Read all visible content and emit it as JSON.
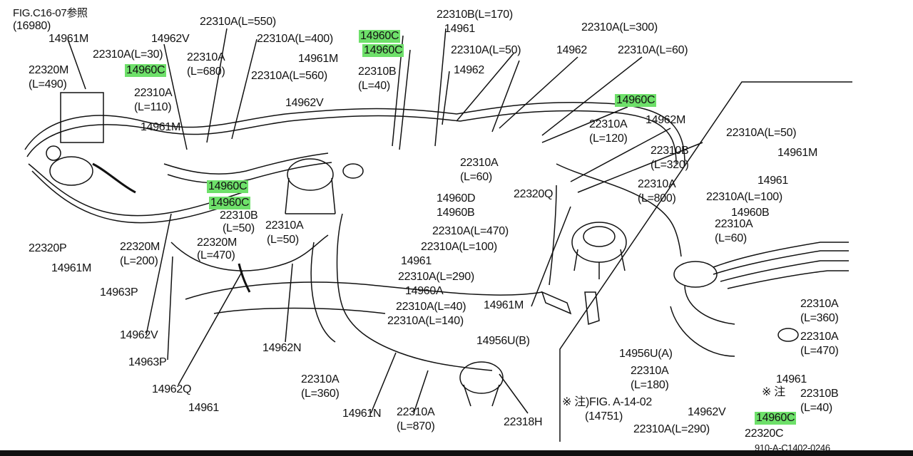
{
  "colors": {
    "highlight": "#6ee06a",
    "ink": "#111111",
    "background": "#ffffff"
  },
  "labels": [
    {
      "id": "fig-ref-top",
      "text": "FIG.C16-07参照"
    },
    {
      "id": "fig-ref-code",
      "text": "(16980)"
    },
    {
      "id": "l1",
      "text": "14961M"
    },
    {
      "id": "l2",
      "text": "14962V"
    },
    {
      "id": "l3",
      "text": "22310A(L=550)"
    },
    {
      "id": "l4",
      "text": "22310A(L=400)"
    },
    {
      "id": "l5",
      "text": "22310A(L=30)"
    },
    {
      "id": "l6",
      "text": "22310A"
    },
    {
      "id": "l7",
      "text": "(L=680)"
    },
    {
      "id": "l8",
      "text": "22320M"
    },
    {
      "id": "l9",
      "text": "(L=490)"
    },
    {
      "id": "h1",
      "text": "14960C",
      "highlight": true
    },
    {
      "id": "l10",
      "text": "22310A"
    },
    {
      "id": "l11",
      "text": "(L=110)"
    },
    {
      "id": "l12",
      "text": "14961M"
    },
    {
      "id": "l13",
      "text": "22310A(L=560)"
    },
    {
      "id": "l14",
      "text": "14961M"
    },
    {
      "id": "l15",
      "text": "22310B"
    },
    {
      "id": "l16",
      "text": "(L=40)"
    },
    {
      "id": "h2",
      "text": "14960C",
      "highlight": true
    },
    {
      "id": "h3",
      "text": "14960C",
      "highlight": true
    },
    {
      "id": "l17",
      "text": "22310B(L=170)"
    },
    {
      "id": "l18",
      "text": "14961"
    },
    {
      "id": "l19",
      "text": "22310A(L=50)"
    },
    {
      "id": "l20",
      "text": "14962"
    },
    {
      "id": "l21",
      "text": "14962"
    },
    {
      "id": "l22",
      "text": "22310A(L=300)"
    },
    {
      "id": "l23",
      "text": "22310A(L=60)"
    },
    {
      "id": "h4",
      "text": "14960C",
      "highlight": true
    },
    {
      "id": "l24",
      "text": "14962V"
    },
    {
      "id": "l25",
      "text": "22310A"
    },
    {
      "id": "l26",
      "text": "(L=120)"
    },
    {
      "id": "l27",
      "text": "14962M"
    },
    {
      "id": "l28",
      "text": "22310A(L=50)"
    },
    {
      "id": "l29",
      "text": "14961M"
    },
    {
      "id": "l30",
      "text": "22310B"
    },
    {
      "id": "l31",
      "text": "(L=320)"
    },
    {
      "id": "l32",
      "text": "22310A"
    },
    {
      "id": "l33",
      "text": "(L=60)"
    },
    {
      "id": "l34",
      "text": "22310A"
    },
    {
      "id": "l35",
      "text": "(L=800)"
    },
    {
      "id": "h5",
      "text": "14960C",
      "highlight": true
    },
    {
      "id": "h6",
      "text": "14960C",
      "highlight": true
    },
    {
      "id": "l36",
      "text": "22310B"
    },
    {
      "id": "l37",
      "text": "(L=50)"
    },
    {
      "id": "l38",
      "text": "22310A"
    },
    {
      "id": "l39",
      "text": "(L=50)"
    },
    {
      "id": "l40",
      "text": "14960D"
    },
    {
      "id": "l41",
      "text": "22320Q"
    },
    {
      "id": "l42",
      "text": "14960B"
    },
    {
      "id": "l43",
      "text": "22310A(L=470)"
    },
    {
      "id": "l44",
      "text": "22310A(L=100)"
    },
    {
      "id": "l45",
      "text": "14961"
    },
    {
      "id": "l46",
      "text": "22310A(L=290)"
    },
    {
      "id": "l47",
      "text": "14960A"
    },
    {
      "id": "l48",
      "text": "22310A(L=40)"
    },
    {
      "id": "l49",
      "text": "22310A(L=140)"
    },
    {
      "id": "l50",
      "text": "22320P"
    },
    {
      "id": "l51",
      "text": "14961M"
    },
    {
      "id": "l52",
      "text": "22320M"
    },
    {
      "id": "l53",
      "text": "(L=200)"
    },
    {
      "id": "l54",
      "text": "22320M"
    },
    {
      "id": "l55",
      "text": "(L=470)"
    },
    {
      "id": "l56",
      "text": "14963P"
    },
    {
      "id": "l57",
      "text": "14962V"
    },
    {
      "id": "l58",
      "text": "14963P"
    },
    {
      "id": "l59",
      "text": "14962N"
    },
    {
      "id": "l60",
      "text": "14962Q"
    },
    {
      "id": "l61",
      "text": "14961"
    },
    {
      "id": "l62",
      "text": "22310A"
    },
    {
      "id": "l63",
      "text": "(L=360)"
    },
    {
      "id": "l64",
      "text": "14961N"
    },
    {
      "id": "l65",
      "text": "22310A"
    },
    {
      "id": "l66",
      "text": "(L=870)"
    },
    {
      "id": "l67",
      "text": "22318H"
    },
    {
      "id": "l68",
      "text": "14961M"
    },
    {
      "id": "l69",
      "text": "14956U(B)"
    },
    {
      "id": "l70",
      "text": "14961"
    },
    {
      "id": "l71",
      "text": "22310A(L=100)"
    },
    {
      "id": "l72",
      "text": "14960B"
    },
    {
      "id": "l73",
      "text": "22310A"
    },
    {
      "id": "l74",
      "text": "(L=60)"
    },
    {
      "id": "l75",
      "text": "22310A"
    },
    {
      "id": "l76",
      "text": "(L=360)"
    },
    {
      "id": "l77",
      "text": "22310A"
    },
    {
      "id": "l78",
      "text": "(L=470)"
    },
    {
      "id": "l79",
      "text": "14956U(A)"
    },
    {
      "id": "l80",
      "text": "22310A"
    },
    {
      "id": "l81",
      "text": "(L=180)"
    },
    {
      "id": "l82",
      "text": "14961"
    },
    {
      "id": "l83",
      "text": "※ 注"
    },
    {
      "id": "l84",
      "text": "22310B"
    },
    {
      "id": "l85",
      "text": "(L=40)"
    },
    {
      "id": "l86",
      "text": "※ 注)FIG. A-14-02"
    },
    {
      "id": "l87",
      "text": "(14751)"
    },
    {
      "id": "l88",
      "text": "14962V"
    },
    {
      "id": "l89",
      "text": "22310A(L=290)"
    },
    {
      "id": "h7",
      "text": "14960C",
      "highlight": true
    },
    {
      "id": "l90",
      "text": "22320C"
    },
    {
      "id": "l91",
      "text": "910-A-C1402-0246"
    }
  ]
}
